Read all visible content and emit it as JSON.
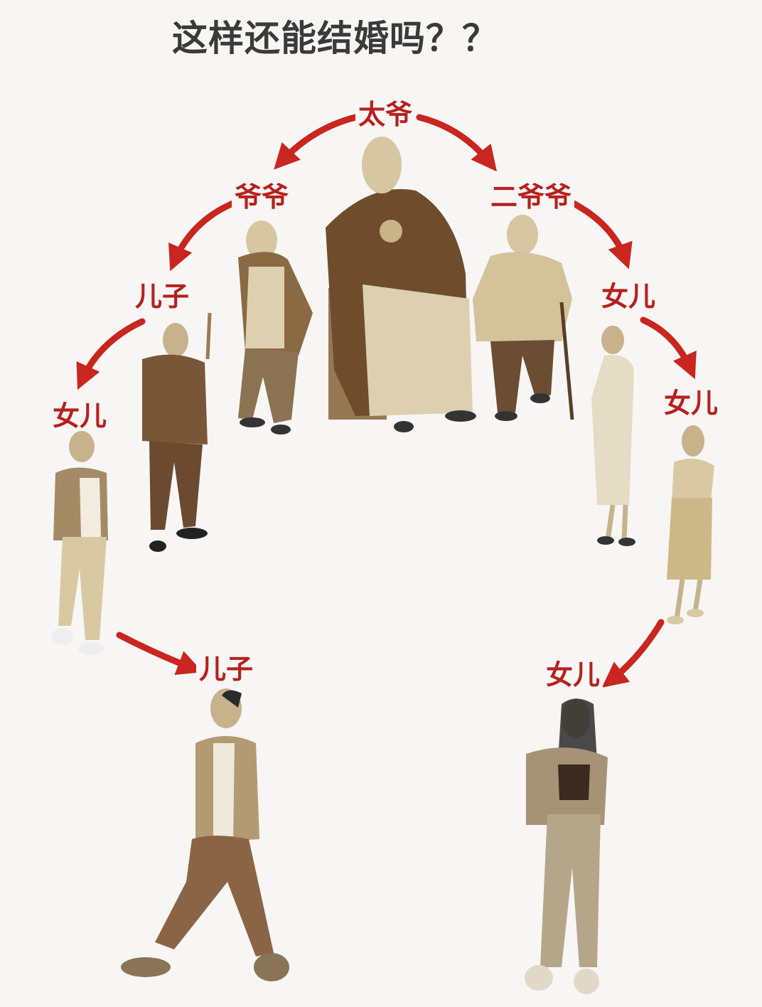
{
  "title": "这样还能结婚吗？？",
  "labels": {
    "great_grandpa": "太爷",
    "grandpa": "爷爷",
    "second_grandpa": "二爷爷",
    "left_son_1": "儿子",
    "left_daughter": "女儿",
    "left_son_2": "儿子",
    "right_daughter_1": "女儿",
    "right_daughter_2": "女儿",
    "right_daughter_3": "女儿"
  },
  "colors": {
    "arrow": "#c8261f",
    "label": "#b8201e",
    "title": "#3a3a3a",
    "background": "#f7f6f4"
  }
}
